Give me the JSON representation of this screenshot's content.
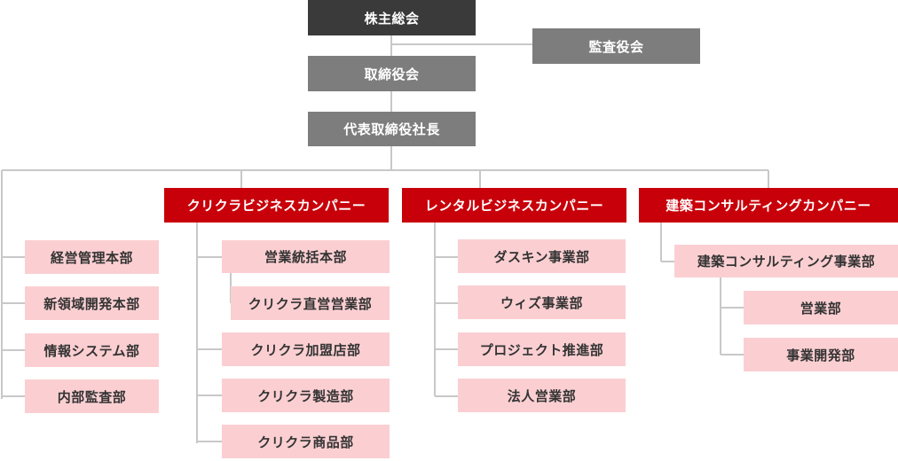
{
  "top": {
    "shareholders": "株主総会",
    "auditors": "監査役会",
    "board": "取締役会",
    "president": "代表取締役社長"
  },
  "direct": [
    "経営管理本部",
    "新領域開発本部",
    "情報システム部",
    "内部監査部"
  ],
  "companies": [
    {
      "name": "クリクラビジネスカンパニー",
      "units": [
        "営業統括本部",
        "クリクラ直営営業部",
        "クリクラ加盟店部",
        "クリクラ製造部",
        "クリクラ商品部"
      ]
    },
    {
      "name": "レンタルビジネスカンパニー",
      "units": [
        "ダスキン事業部",
        "ウィズ事業部",
        "プロジェクト推進部",
        "法人営業部"
      ]
    },
    {
      "name": "建築コンサルティングカンパニー",
      "units": [
        "建築コンサルティング事業部",
        "営業部",
        "事業開発部"
      ]
    }
  ],
  "colors": {
    "top_node": "#3a3a3a",
    "executive_node": "#7d7d7d",
    "company_node": "#c8000a",
    "unit_node": "#fbcfd2",
    "connector": "#c8c8c8"
  }
}
